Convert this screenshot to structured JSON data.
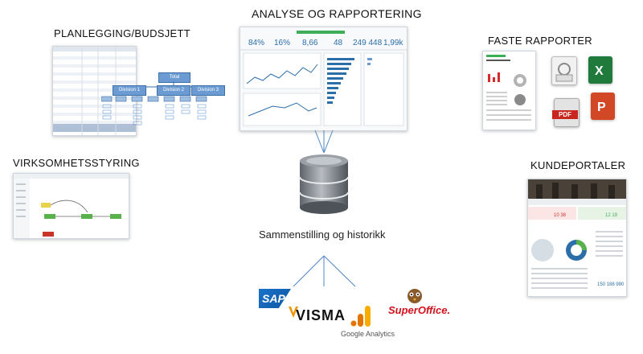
{
  "headings": {
    "analyse": "ANALYSE OG RAPPORTERING",
    "planlegging": "PLANLEGGING/BUDSJETT",
    "faste": "FASTE RAPPORTER",
    "virksomhet": "VIRKSOMHETSSTYRING",
    "kundeportaler": "KUNDEPORTALER"
  },
  "center_label": "Sammenstilling og historikk",
  "analyse_kpis": [
    "84%",
    "16%",
    "8,66",
    "48",
    "249 448",
    "1,99k"
  ],
  "planning_org": {
    "top": "Total",
    "divisions": [
      "Division 1",
      "Division 2",
      "Division 3"
    ]
  },
  "file_icons": {
    "pdf": "PDF"
  },
  "portal_numbers": [
    "150 188 980"
  ],
  "logos": {
    "sap": "SAP",
    "visma": "VISMA",
    "google_analytics": "Google Analytics",
    "superoffice": "SuperOffice."
  },
  "colors": {
    "accent_blue": "#2c6ea8",
    "arrow_blue": "#4f86c6",
    "db_gray": "#8a8f96",
    "visma_orange": "#f29400",
    "superoffice_red": "#d4111b",
    "ga_orange": "#f9ab00"
  }
}
